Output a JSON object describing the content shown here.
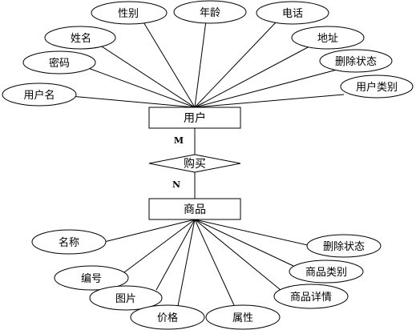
{
  "entities": {
    "user": "用户",
    "product": "商品"
  },
  "relationship": {
    "label": "购买",
    "card_user": "M",
    "card_product": "N"
  },
  "user_attributes": [
    "性别",
    "年龄",
    "电话",
    "姓名",
    "地址",
    "密码",
    "删除状态",
    "用户名",
    "用户类别"
  ],
  "product_attributes": [
    "名称",
    "删除状态",
    "编号",
    "商品类别",
    "图片",
    "商品详情",
    "价格",
    "属性"
  ]
}
